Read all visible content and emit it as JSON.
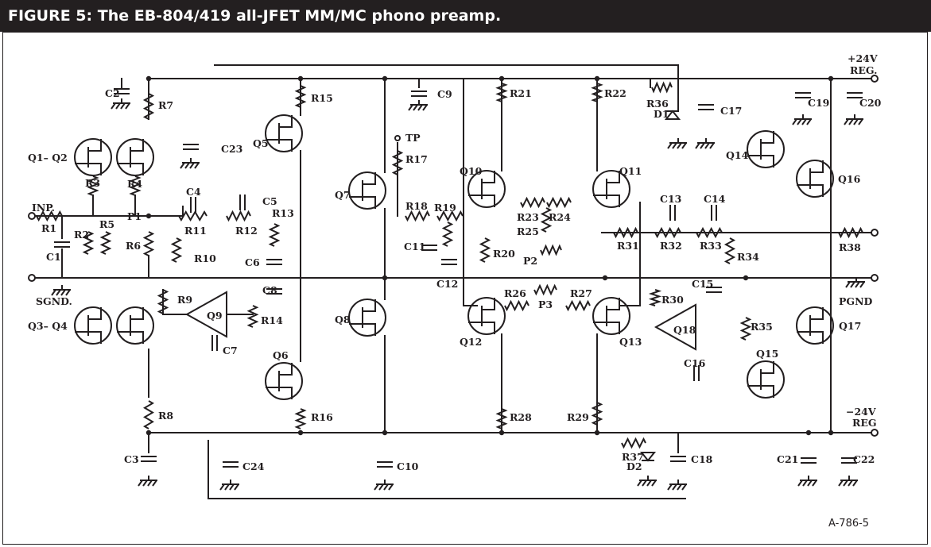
{
  "figure_title": "FIGURE 5: The EB-804/419 all-JFET MM/MC phono preamp.",
  "figure_code": "A-786-5",
  "labels": {
    "pos_supply": "+24V",
    "pos_reg": "REG.",
    "neg_supply": "−24V",
    "neg_reg": "REG",
    "input": "INP.",
    "sgnd": "SGND.",
    "pgnd": "PGND",
    "tp": "TP"
  },
  "components": {
    "C1": "C1",
    "C2": "C2",
    "C3": "C3",
    "C4": "C4",
    "C5": "C5",
    "C6": "C6",
    "C7": "C7",
    "C8": "C8",
    "C9": "C9",
    "C10": "C10",
    "C11": "C11",
    "C12": "C12",
    "C13": "C13",
    "C14": "C14",
    "C15": "C15",
    "C16": "C16",
    "C17": "C17",
    "C18": "C18",
    "C19": "C19",
    "C20": "C20",
    "C21": "C21",
    "C22": "C22",
    "C23": "C23",
    "C24": "C24",
    "R1": "R1",
    "R2": "R2",
    "R3": "R3",
    "R4": "R4",
    "R5": "R5",
    "R6": "R6",
    "R7": "R7",
    "R8": "R8",
    "R9": "R9",
    "R10": "R10",
    "R11": "R11",
    "R12": "R12",
    "R13": "R13",
    "R14": "R14",
    "R15": "R15",
    "R16": "R16",
    "R17": "R17",
    "R18": "R18",
    "R19": "R19",
    "R20": "R20",
    "R21": "R21",
    "R22": "R22",
    "R23": "R23",
    "R24": "R24",
    "R25": "R25",
    "R26": "R26",
    "R27": "R27",
    "R28": "R28",
    "R29": "R29",
    "R30": "R30",
    "R31": "R31",
    "R32": "R32",
    "R33": "R33",
    "R34": "R34",
    "R35": "R35",
    "R36": "R36",
    "R37": "R37",
    "R38": "R38",
    "P1": "P1",
    "P2": "P2",
    "P3": "P3",
    "D1": "D1",
    "D2": "D2",
    "Q1Q2": "Q1– Q2",
    "Q3Q4": "Q3– Q4",
    "Q5": "Q5",
    "Q6": "Q6",
    "Q7": "Q7",
    "Q8": "Q8",
    "Q9": "Q9",
    "Q10": "Q10",
    "Q11": "Q11",
    "Q12": "Q12",
    "Q13": "Q13",
    "Q14": "Q14",
    "Q15": "Q15",
    "Q16": "Q16",
    "Q17": "Q17",
    "Q18": "Q18"
  }
}
